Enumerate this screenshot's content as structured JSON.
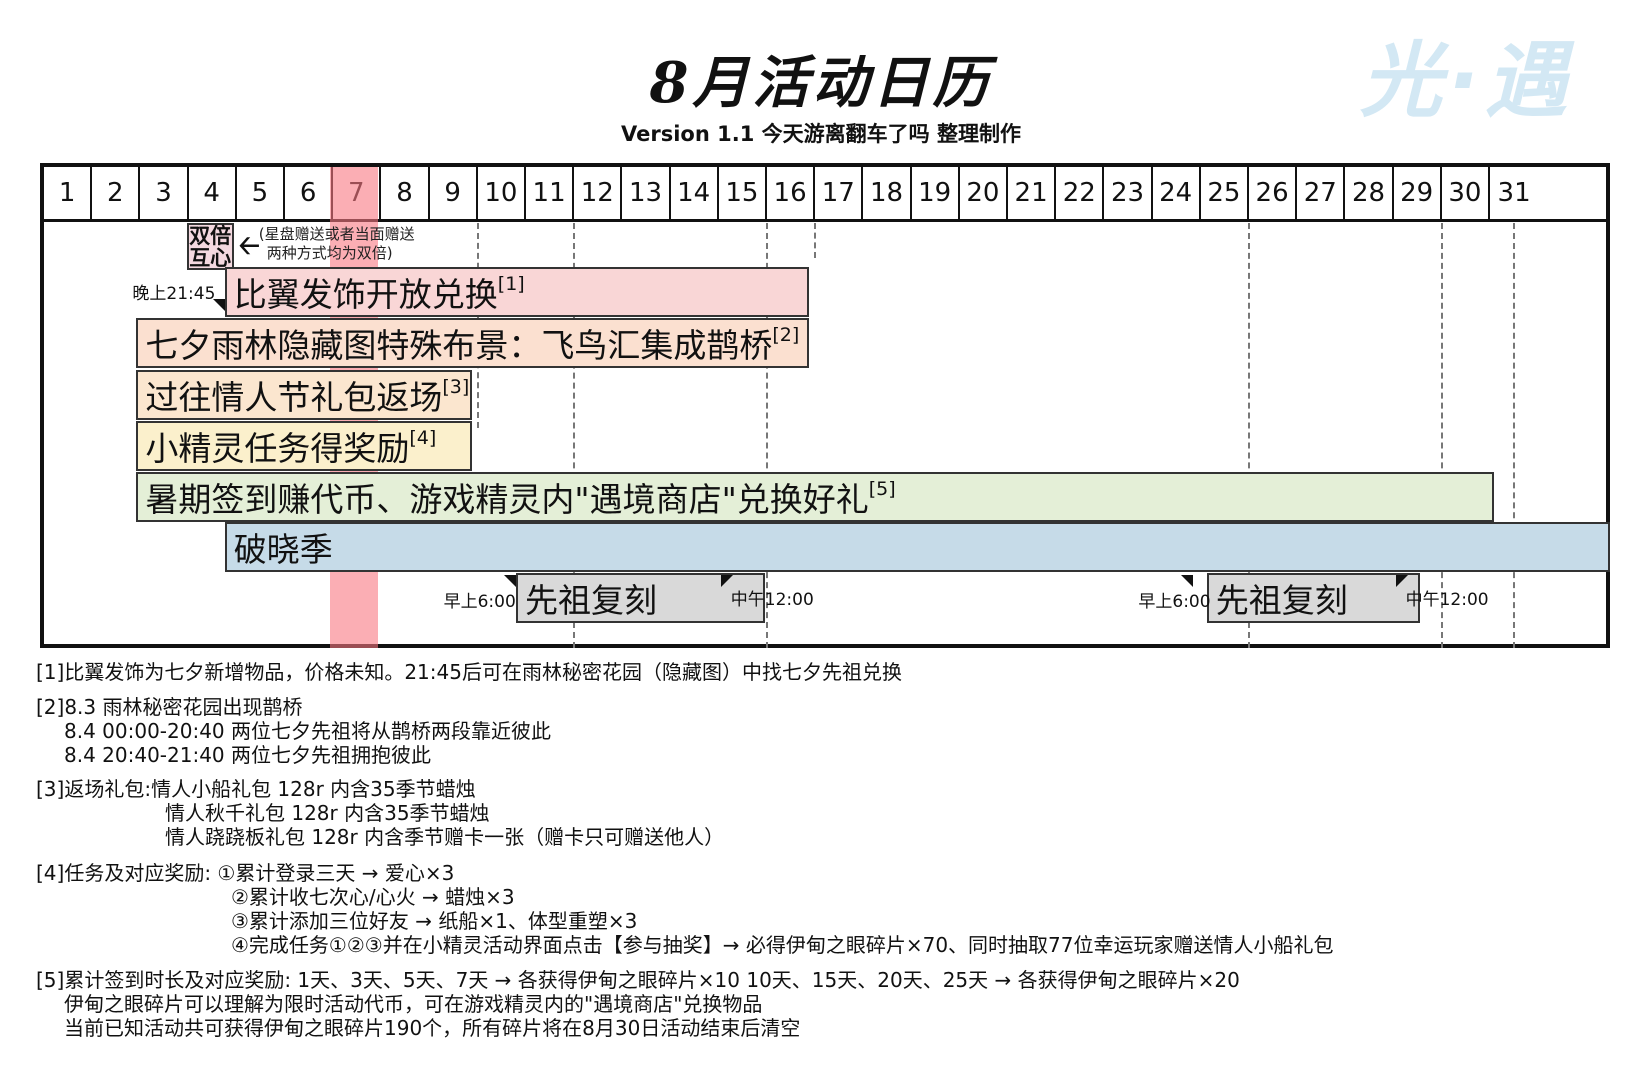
{
  "title": "8月活动日历",
  "subtitle": "Version 1.1  今天游离翻车了吗 整理制作",
  "logo_text": "光·遇",
  "days": [
    "1",
    "2",
    "3",
    "4",
    "5",
    "6",
    "7",
    "8",
    "9",
    "10",
    "11",
    "12",
    "13",
    "14",
    "15",
    "16",
    "17",
    "18",
    "19",
    "20",
    "21",
    "22",
    "23",
    "24",
    "25",
    "26",
    "27",
    "28",
    "29",
    "30",
    "31"
  ],
  "highlight_day": 7,
  "double_label": [
    "双倍",
    "互心"
  ],
  "double_note": [
    "(星盘赠送或者当面赠送",
    "两种方式均为双倍)"
  ],
  "time_labels": {
    "evening": "晚上21:45",
    "morning_1": "早上6:00",
    "noon_1": "中午12:00",
    "morning_2": "早上6:00",
    "noon_2": "中午12:00"
  },
  "events": [
    {
      "label": "比翼发饰开放兑换",
      "ref": "[1]",
      "color": "#f9d6d6"
    },
    {
      "label": "七夕雨林隐藏图特殊布景：飞鸟汇集成鹊桥",
      "ref": "[2]",
      "color": "#fbe0d0"
    },
    {
      "label": "过往情人节礼包返场",
      "ref": "[3]",
      "color": "#fbe6cf"
    },
    {
      "label": "小精灵任务得奖励",
      "ref": "[4]",
      "color": "#fbf0cc"
    },
    {
      "label": "暑期签到赚代币、游戏精灵内\"遇境商店\"兑换好礼",
      "ref": "[5]",
      "color": "#e4efd7"
    },
    {
      "label": "破晓季",
      "ref": "",
      "color": "#c6dbe8"
    },
    {
      "label": "先祖复刻",
      "ref": "",
      "color": "#d9d9d9"
    },
    {
      "label": "先祖复刻",
      "ref": "",
      "color": "#d9d9d9"
    }
  ],
  "footnotes": [
    "[1]比翼发饰为七夕新增物品，价格未知。21:45后可在雨林秘密花园（隐藏图）中找七夕先祖兑换",
    "[2]8.3 雨林秘密花园出现鹊桥",
    "8.4 00:00-20:40 两位七夕先祖将从鹊桥两段靠近彼此",
    "8.4 20:40-21:40 两位七夕先祖拥抱彼此",
    "[3]返场礼包:情人小船礼包 128r 内含35季节蜡烛",
    "情人秋千礼包 128r 内含35季节蜡烛",
    "情人跷跷板礼包 128r 内含季节赠卡一张（赠卡只可赠送他人）",
    "[4]任务及对应奖励: ①累计登录三天 → 爱心×3",
    "②累计收七次心/心火 → 蜡烛×3",
    "③累计添加三位好友 → 纸船×1、体型重塑×3",
    "④完成任务①②③并在小精灵活动界面点击【参与抽奖】→ 必得伊甸之眼碎片×70、同时抽取77位幸运玩家赠送情人小船礼包",
    "[5]累计签到时长及对应奖励: 1天、3天、5天、7天 → 各获得伊甸之眼碎片×10      10天、15天、20天、25天 → 各获得伊甸之眼碎片×20",
    "伊甸之眼碎片可以理解为限时活动代币，可在游戏精灵内的\"遇境商店\"兑换物品",
    "当前已知活动共可获得伊甸之眼碎片190个，所有碎片将在8月30日活动结束后清空"
  ]
}
